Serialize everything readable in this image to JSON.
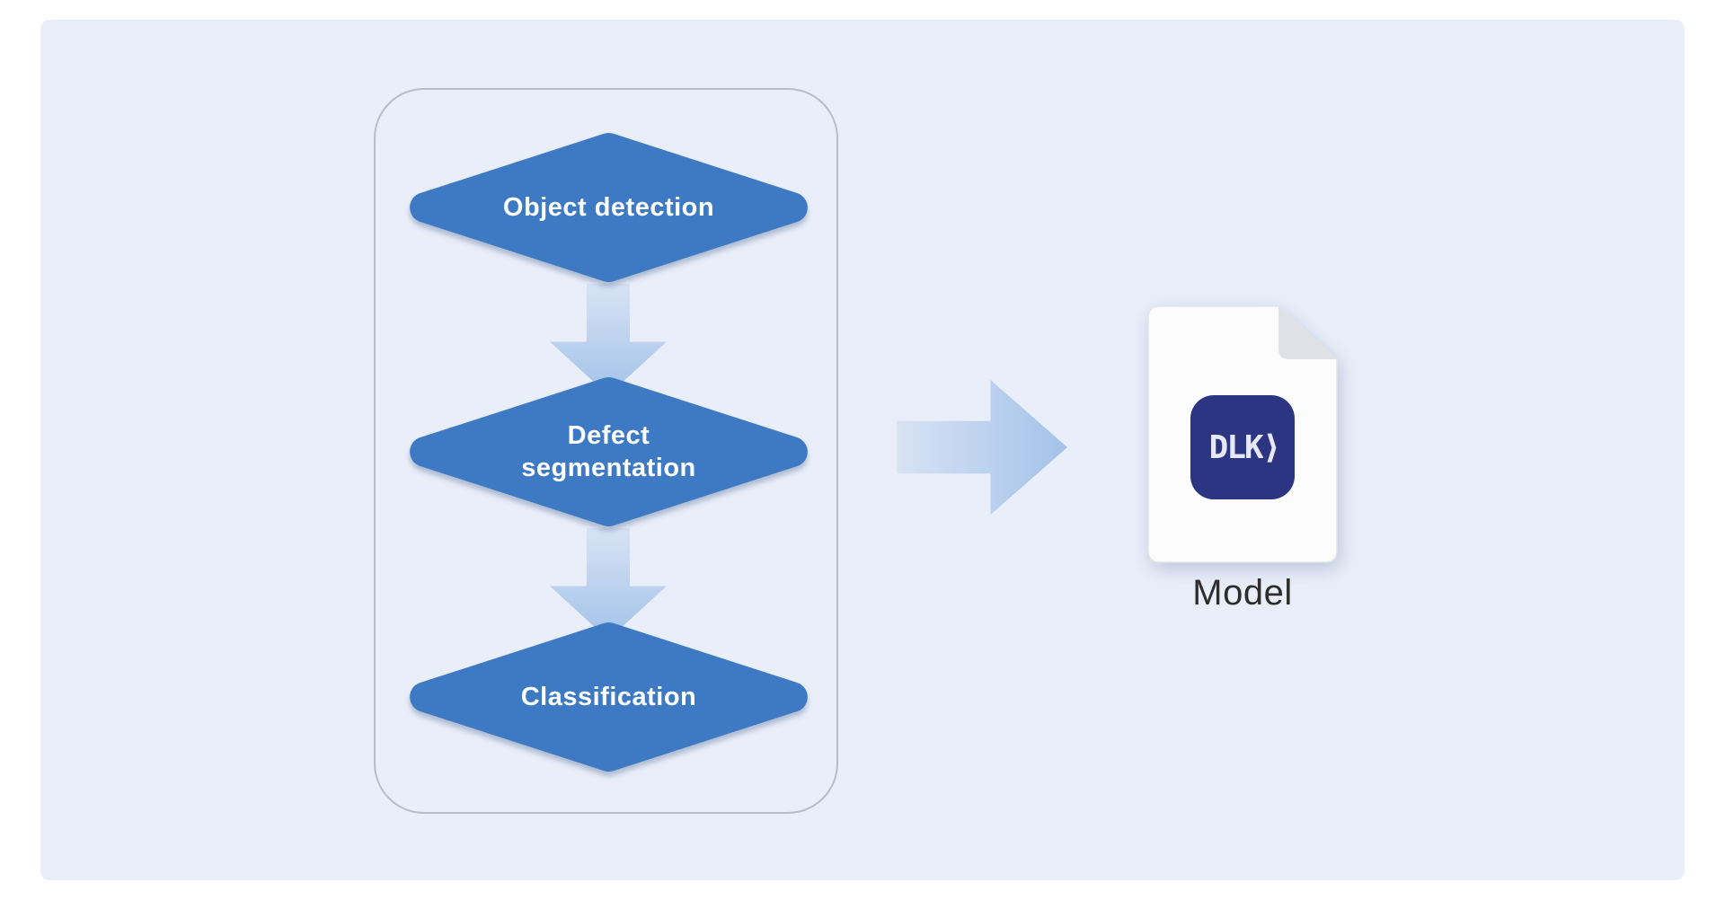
{
  "diagram": {
    "pipeline": {
      "steps": [
        {
          "label": "Object detection"
        },
        {
          "label": "Defect segmentation"
        },
        {
          "label": "Classification"
        }
      ]
    },
    "output": {
      "file_logo_text": "DLK⟩",
      "label": "Model"
    }
  },
  "colors": {
    "background": "#e9eef9",
    "box-border": "#b8bdc9",
    "diamond": "#3d7ac3",
    "arrow-start": "#d8e3f4",
    "arrow-end": "#a3c2e9",
    "logo-bg": "#2b3582"
  }
}
